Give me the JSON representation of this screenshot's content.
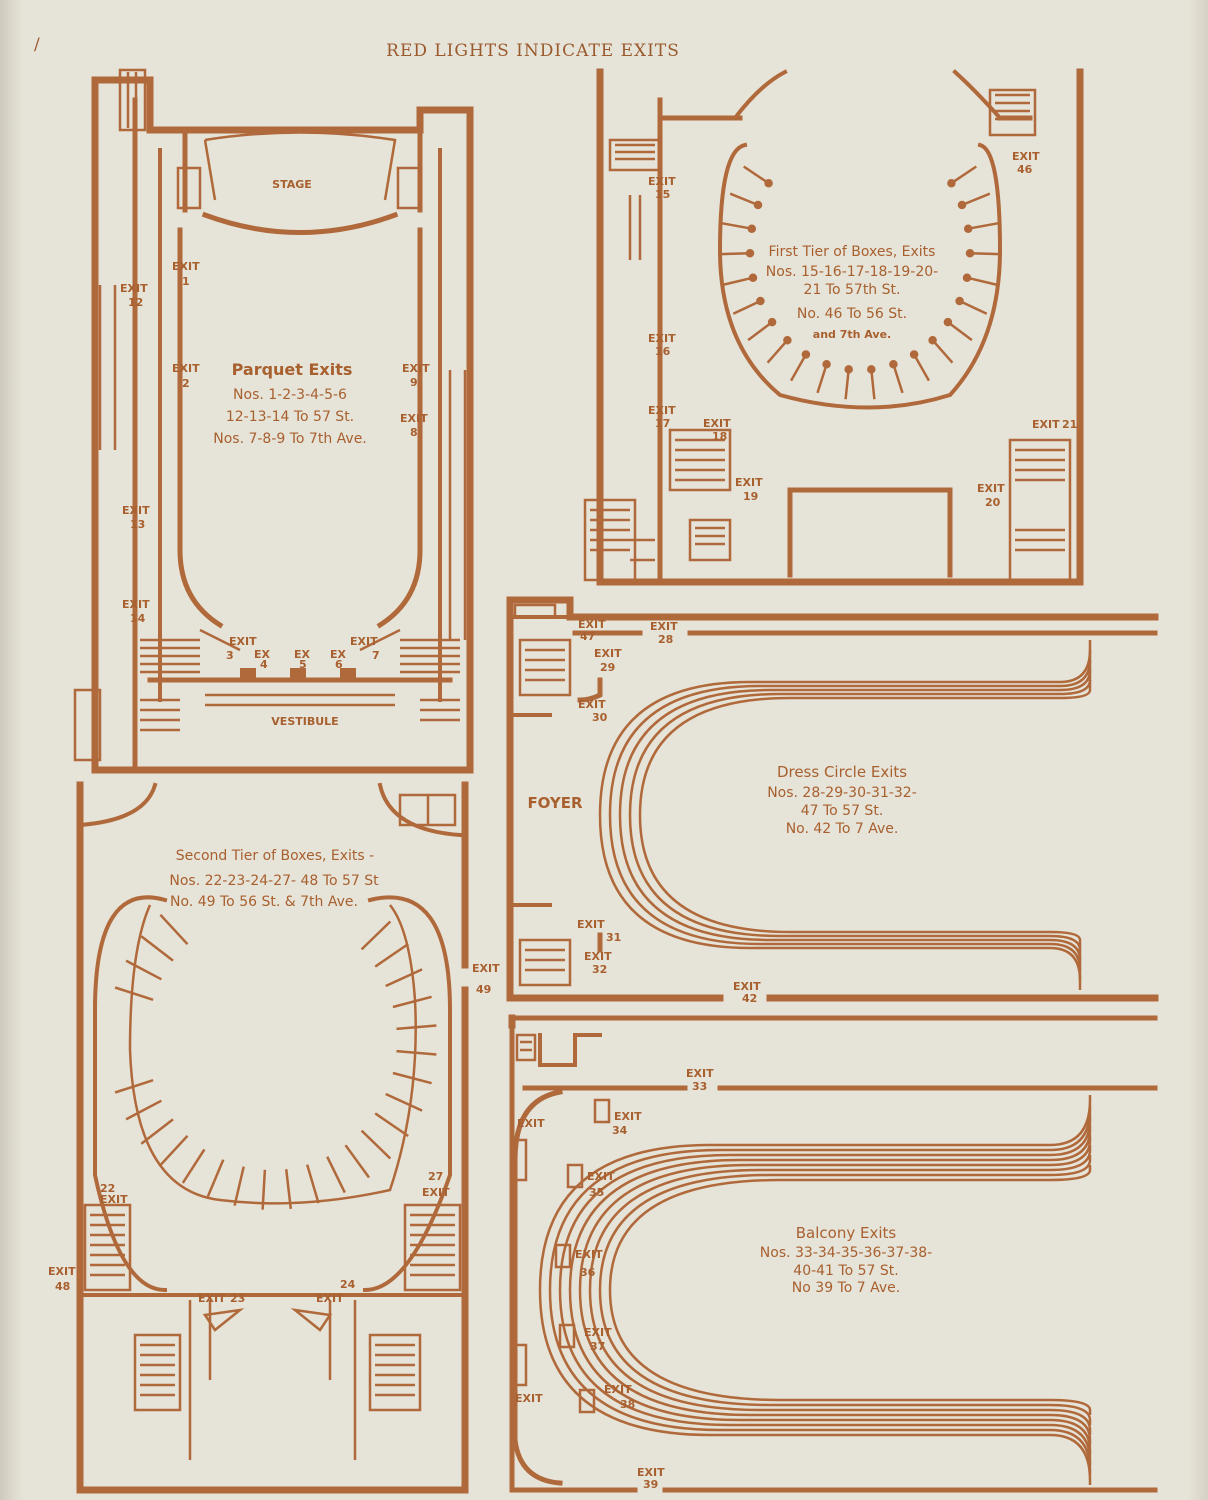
{
  "header": "RED LIGHTS INDICATE EXITS",
  "corner_mark": "/",
  "parquet": {
    "stage": "STAGE",
    "vestibule": "VESTIBULE",
    "title": "Parquet Exits",
    "lines": [
      "Nos. 1-2-3-4-5-6",
      "12-13-14 To 57 St.",
      "Nos. 7-8-9 To 7th Ave."
    ],
    "exits": [
      {
        "w": "EXIT",
        "n": "1"
      },
      {
        "w": "EXIT",
        "n": "2"
      },
      {
        "w": "EXIT",
        "n": "12"
      },
      {
        "w": "EXIT",
        "n": "13"
      },
      {
        "w": "EXIT",
        "n": "14"
      },
      {
        "w": "EXIT",
        "n": "9"
      },
      {
        "w": "EXIT",
        "n": "8"
      },
      {
        "w": "EXIT",
        "n": "3"
      },
      {
        "w": "EX",
        "n": "4"
      },
      {
        "w": "EX",
        "n": "5"
      },
      {
        "w": "EX",
        "n": "6"
      },
      {
        "w": "EXIT",
        "n": "7"
      }
    ]
  },
  "first_tier": {
    "lines": [
      "First Tier of Boxes, Exits",
      "Nos. 15-16-17-18-19-20-",
      "21 To 57th St.",
      "No. 46 To 56 St.",
      "and 7th Ave."
    ],
    "exits": [
      {
        "w": "EXIT",
        "n": "15"
      },
      {
        "w": "EXIT",
        "n": "16"
      },
      {
        "w": "EXIT",
        "n": "17"
      },
      {
        "w": "EXIT",
        "n": "18"
      },
      {
        "w": "EXIT",
        "n": "19"
      },
      {
        "w": "EXIT",
        "n": "20"
      },
      {
        "w": "EXIT",
        "n": "21"
      },
      {
        "w": "EXIT",
        "n": "46"
      }
    ]
  },
  "second_tier": {
    "lines": [
      "Second Tier of Boxes, Exits -",
      "Nos. 22-23-24-27- 48 To 57 St",
      "No. 49 To 56 St. & 7th Ave."
    ],
    "exits": [
      {
        "w": "EXIT",
        "n": "49"
      },
      {
        "w": "EXIT",
        "n": "22"
      },
      {
        "w": "EXIT",
        "n": "27"
      },
      {
        "w": "EXIT",
        "n": "48"
      },
      {
        "w": "EXIT",
        "n": "23"
      },
      {
        "w": "EXIT",
        "n": "24"
      }
    ]
  },
  "dress_circle": {
    "foyer": "FOYER",
    "lines": [
      "Dress Circle Exits",
      "Nos. 28-29-30-31-32-",
      "47 To 57 St.",
      "No. 42 To 7 Ave."
    ],
    "exits": [
      {
        "w": "EXIT",
        "n": "47"
      },
      {
        "w": "EXIT",
        "n": "28"
      },
      {
        "w": "EXIT",
        "n": "29"
      },
      {
        "w": "EXIT",
        "n": "30"
      },
      {
        "w": "EXIT",
        "n": "31"
      },
      {
        "w": "EXIT",
        "n": "32"
      },
      {
        "w": "EXIT",
        "n": "42"
      }
    ]
  },
  "balcony": {
    "lines": [
      "Balcony Exits",
      "Nos. 33-34-35-36-37-38-",
      "40-41 To 57 St.",
      "No 39 To 7 Ave."
    ],
    "exits": [
      {
        "w": "EXIT",
        "n": "33"
      },
      {
        "w": "EXIT",
        "n": "34"
      },
      {
        "w": "EXIT",
        "n": "35"
      },
      {
        "w": "EXIT",
        "n": "36"
      },
      {
        "w": "EXIT",
        "n": "37"
      },
      {
        "w": "EXIT",
        "n": "38"
      },
      {
        "w": "EXIT",
        "n": "39"
      },
      {
        "w": "EXIT",
        "n": ""
      },
      {
        "w": "EXIT",
        "n": ""
      }
    ]
  },
  "colors": {
    "ink": "#b0693a",
    "paper": "#e6e3d8"
  }
}
